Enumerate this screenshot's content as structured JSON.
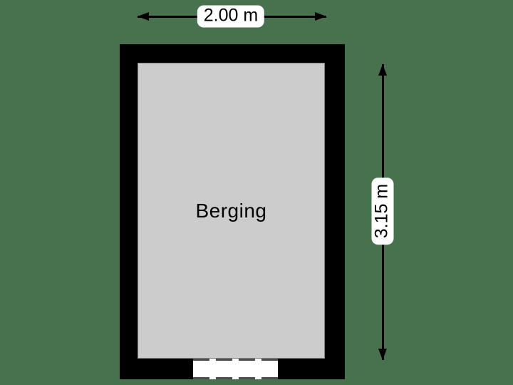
{
  "room": {
    "name": "Berging"
  },
  "dimensions": {
    "width_label": "2.00 m",
    "height_label": "3.15 m"
  },
  "colors": {
    "background": "#48714E",
    "wall": "#000000",
    "floor": "#CCCCCC",
    "floor-border": "#7F7F7F",
    "door": "#FFFFFF",
    "dash": "#4D4D4D",
    "ink": "#000000",
    "label-bg": "#FFFFFF",
    "label-text": "#000000"
  }
}
